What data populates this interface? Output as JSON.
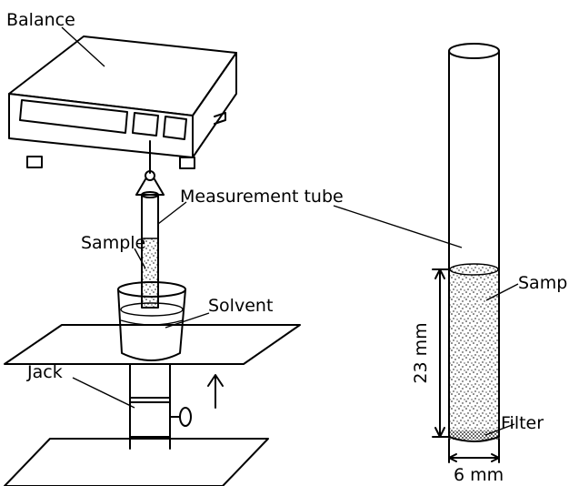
{
  "labels": {
    "balance": "Balance",
    "measurement_tube": "Measurement tube",
    "sample_left": "Sample",
    "solvent": "Solvent",
    "jack": "Jack",
    "sample_right": "Sample",
    "dim_height": "23 mm",
    "filter": "Filter",
    "dim_width": "6 mm"
  }
}
